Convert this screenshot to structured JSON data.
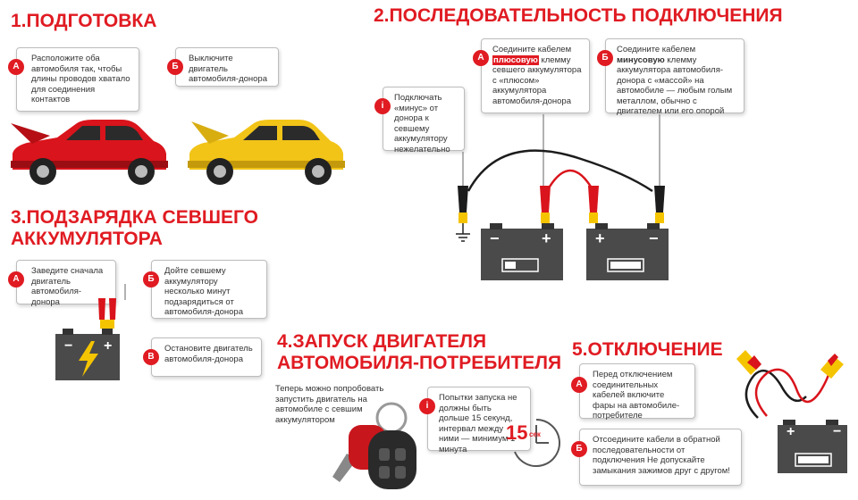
{
  "s1": {
    "title": "1.ПОДГОТОВКА",
    "a_badge": "А",
    "a_text": "Расположите оба автомобиля так, чтобы длины проводов хватало для соединения контактов",
    "b_badge": "Б",
    "b_text": "Выключите двигатель автомобиля-донора"
  },
  "s2": {
    "title": "2.ПОСЛЕДОВАТЕЛЬНОСТЬ ПОДКЛЮЧЕНИЯ",
    "i_badge": "i",
    "i_text": "Подключать «минус» от донора к севшему аккумулятору нежелательно",
    "a_badge": "А",
    "a_pre": "Соедините кабелем ",
    "a_hl": "плюсовую",
    "a_post": " клемму севшего аккумулятора с «плюсом» аккумулятора автомобиля-донора",
    "b_badge": "Б",
    "b_pre": "Соедините кабелем ",
    "b_bold": "минусовую",
    "b_post": " клемму аккумулятора автомобиля-донора с «массой» на автомобиле — любым голым металлом, обычно с двигателем или его опорой"
  },
  "s3": {
    "title_line1": "3.ПОДЗАРЯДКА СЕВШЕГО",
    "title_line2": "АККУМУЛЯТОРА",
    "a_badge": "А",
    "a_text": "Заведите сначала двигатель автомобиля-донора",
    "b_badge": "Б",
    "b_text": "Дойте севшему аккумулятору несколько минут подзарядиться от автомобиля-донора",
    "c_badge": "В",
    "c_text": "Остановите двигатель автомобиля-донора"
  },
  "s4": {
    "title_line1": "4.ЗАПУСК ДВИГАТЕЛЯ",
    "title_line2": "АВТОМОБИЛЯ-ПОТРЕБИТЕЛЯ",
    "intro": "Теперь можно попробовать запустить двигатель на автомобиле с севшим аккумулятором",
    "i_badge": "i",
    "i_text": "Попытки запуска не должны быть дольше 15 секунд, интервал между ними — минимум 1 минута",
    "timer_value": "15",
    "timer_unit": "сек"
  },
  "s5": {
    "title": "5.ОТКЛЮЧЕНИЕ",
    "a_badge": "А",
    "a_text": "Перед отключением соединительных кабелей включите фары на автомобиле-потребителе",
    "b_badge": "Б",
    "b_text": "Отсоедините кабели в обратной последовательности от подключения Не допускайте замыкания зажимов друг с другом!"
  },
  "battery": {
    "minus": "−",
    "plus": "+"
  },
  "colors": {
    "accent": "#e01b22",
    "red_car": "#d9141c",
    "yellow_car": "#f2c418",
    "battery": "#4a4a4a",
    "clamp_red": "#e01b22",
    "clamp_yellow": "#f5c400"
  }
}
